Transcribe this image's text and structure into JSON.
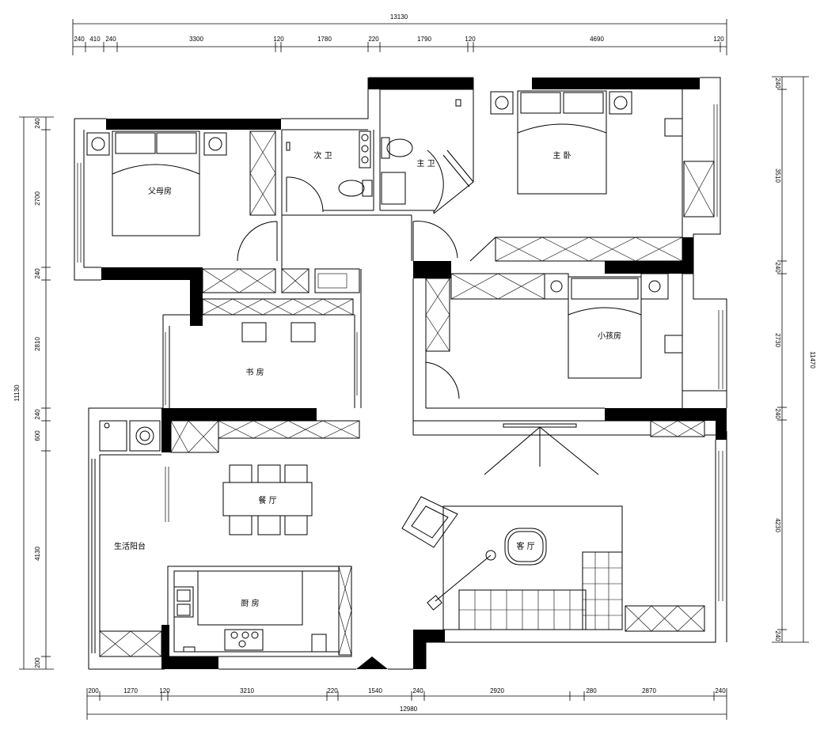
{
  "rooms": {
    "parents_room": "父母房",
    "second_bath": "次 卫",
    "master_bath": "主 卫",
    "master_bedroom": "主 卧",
    "study": "书 房",
    "kids_room": "小孩房",
    "dining_room": "餐 厅",
    "living_room": "客 厅",
    "utility_balcony": "生活阳台",
    "kitchen": "厨 房"
  },
  "dimensions": {
    "top_total": "13130",
    "top_segments": [
      "240",
      "410",
      "240",
      "3300",
      "120",
      "1780",
      "220",
      "1790",
      "120",
      "4690",
      "120"
    ],
    "bottom_total": "12980",
    "bottom_segments": [
      "200",
      "1270",
      "120",
      "3210",
      "220",
      "1540",
      "240",
      "2920",
      "280",
      "2870",
      "240"
    ],
    "left_total": "11130",
    "left_segments": [
      "240",
      "2700",
      "240",
      "2810",
      "240",
      "600",
      "4130",
      "200"
    ],
    "right_total": "11470",
    "right_segments": [
      "240",
      "3510",
      "240",
      "2730",
      "240",
      "4230",
      "240"
    ]
  }
}
